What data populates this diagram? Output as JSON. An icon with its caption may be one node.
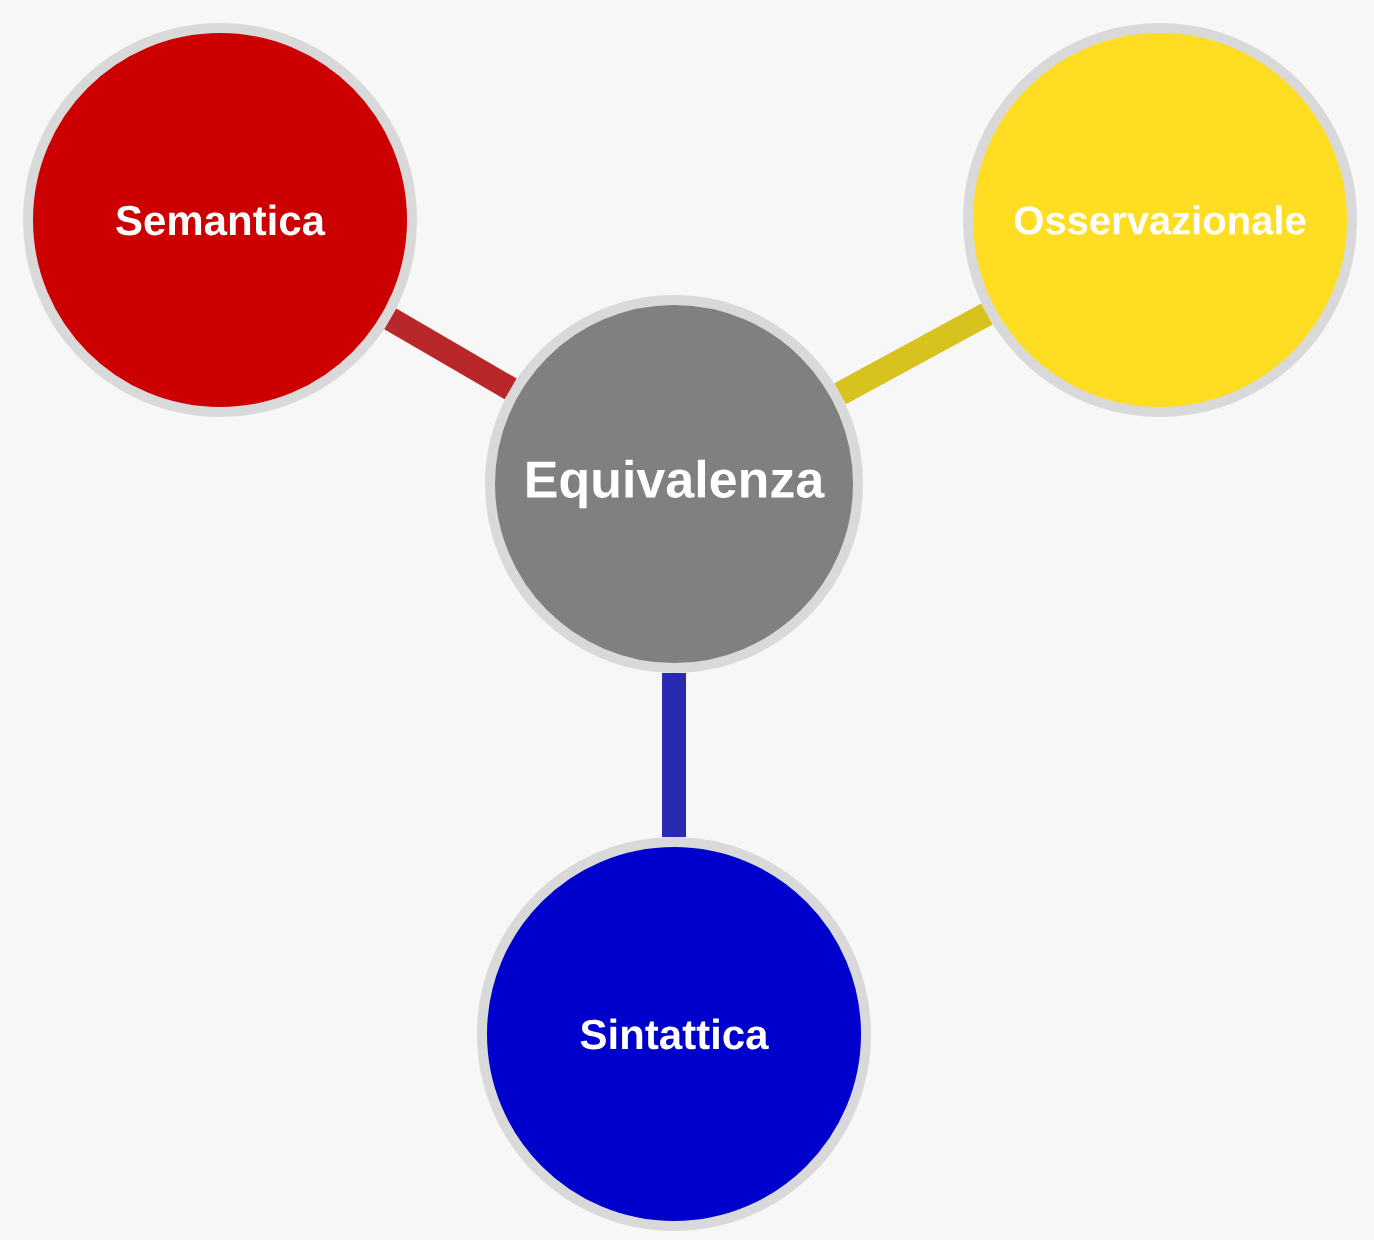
{
  "diagram": {
    "nodes": [
      {
        "text": [
          "Equivalenza"
        ]
      },
      {
        "text": [
          "Semantica"
        ]
      },
      {
        "text": [
          "Osservazionale"
        ]
      },
      {
        "text": [
          "Sintattica"
        ]
      }
    ],
    "edges": [
      {
        "from": 0,
        "to": 1,
        "arrow": "none",
        "color": "#b8282a"
      },
      {
        "from": 0,
        "to": 2,
        "arrow": "none",
        "color": "#d8c21e"
      },
      {
        "from": 0,
        "to": 3,
        "arrow": "none",
        "color": "#2a2ab0"
      }
    ]
  }
}
